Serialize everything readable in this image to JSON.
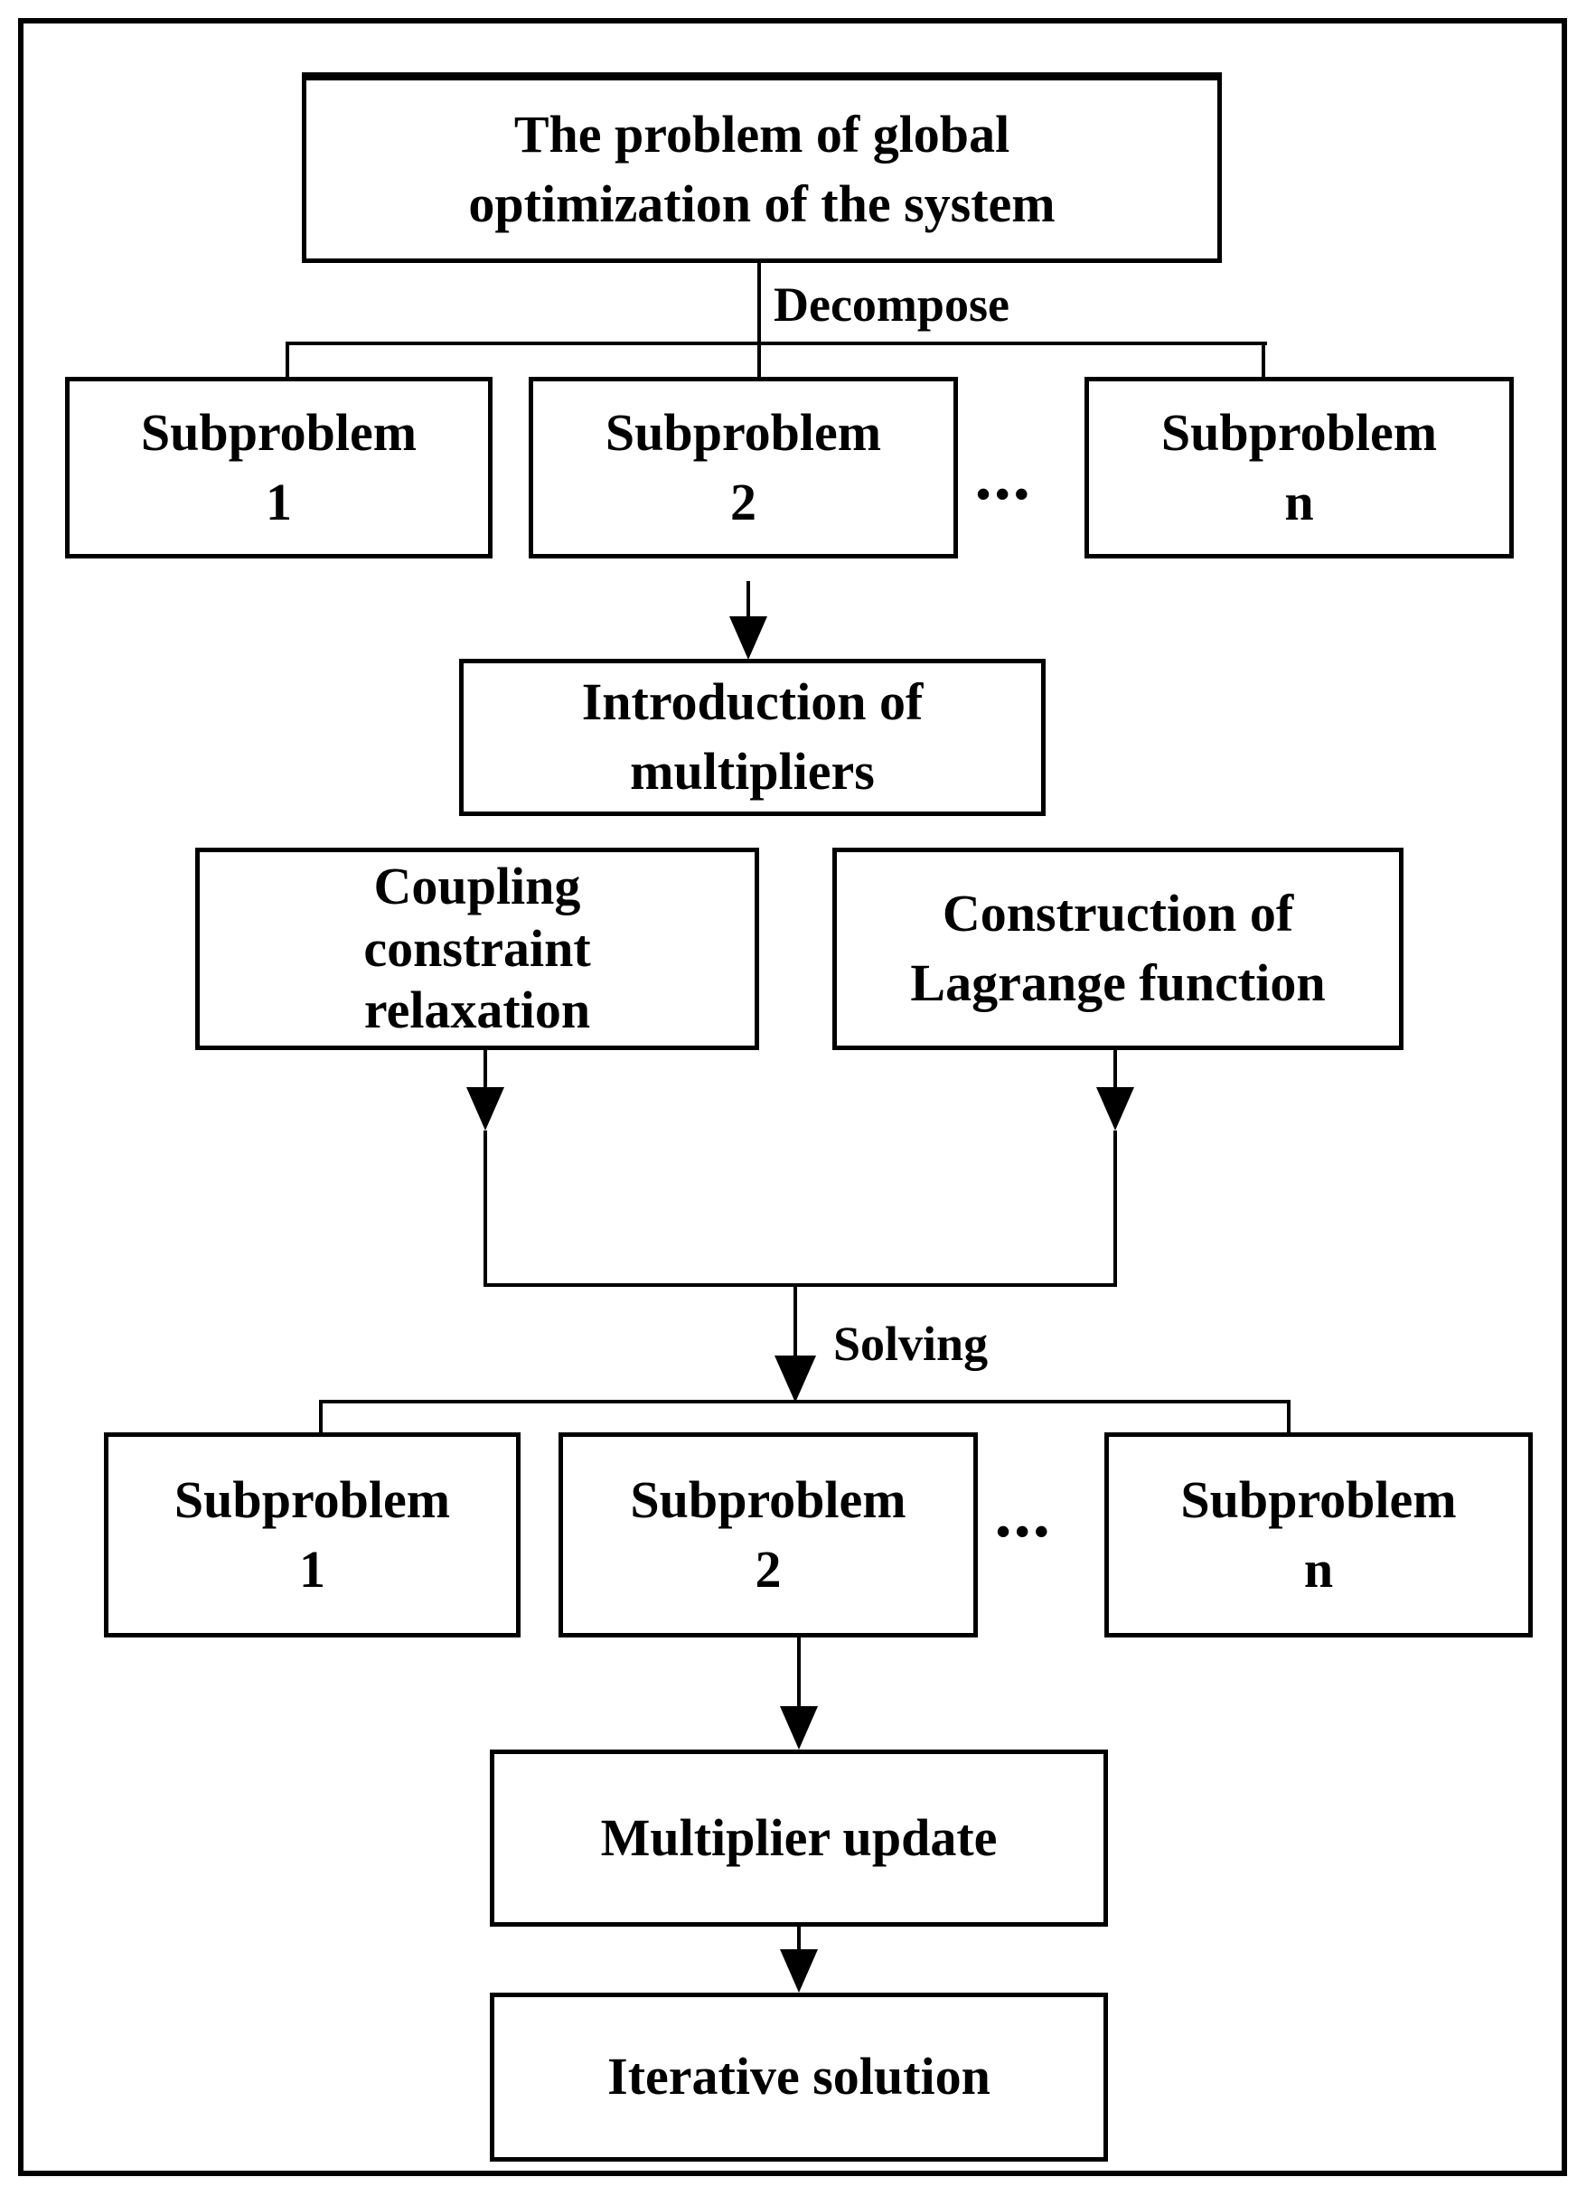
{
  "diagram": {
    "top_box": [
      "The problem of global",
      "optimization of the system"
    ],
    "decompose_label": "Decompose",
    "solving_label": "Solving",
    "row1": {
      "s1": [
        "Subproblem",
        "1"
      ],
      "s2": [
        "Subproblem",
        "2"
      ],
      "sn": [
        "Subproblem",
        "n"
      ],
      "ellipsis": "•••"
    },
    "introduction_box": [
      "Introduction of",
      "multipliers"
    ],
    "coupling_box": [
      "Coupling",
      "constraint",
      "relaxation"
    ],
    "construction_box": [
      "Construction of",
      "Lagrange function"
    ],
    "row2": {
      "s1": [
        "Subproblem",
        "1"
      ],
      "s2": [
        "Subproblem",
        "2"
      ],
      "sn": [
        "Subproblem",
        "n"
      ],
      "ellipsis": "•••"
    },
    "multiplier_box": "Multiplier update",
    "iterative_box": "Iterative solution",
    "colors": {
      "ink": "#000000",
      "background": "#ffffff"
    }
  }
}
